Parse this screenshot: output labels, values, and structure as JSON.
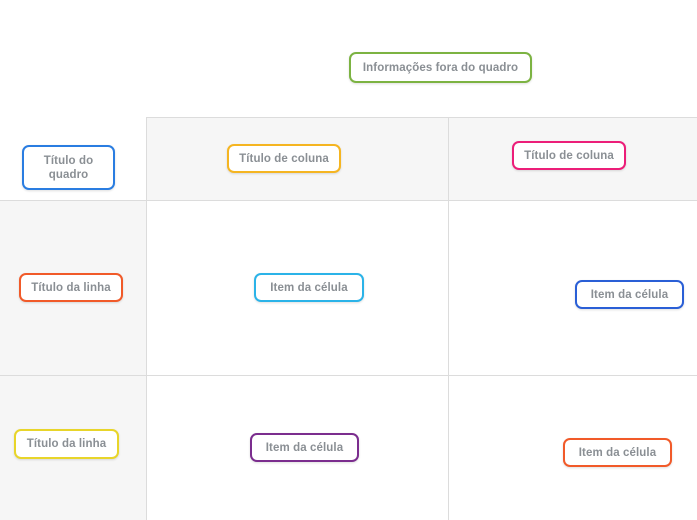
{
  "board": {
    "outside_note": {
      "label": "Informações fora do quadro",
      "color": "#7cb342"
    },
    "board_title": {
      "label": "Título do\nquadro",
      "color": "#2a7de1"
    },
    "column_headers": [
      {
        "label": "Título de coluna",
        "color": "#f5b521"
      },
      {
        "label": "Título de coluna",
        "color": "#ec1e79"
      }
    ],
    "row_headers": [
      {
        "label": "Título da linha",
        "color": "#f15a29"
      },
      {
        "label": "Título da linha",
        "color": "#e8d52a"
      }
    ],
    "cells": [
      {
        "label": "Item da célula",
        "color": "#2bb3e8",
        "row": 0,
        "col": 0
      },
      {
        "label": "Item da célula",
        "color": "#2a5fd6",
        "row": 0,
        "col": 1
      },
      {
        "label": "Item da célula",
        "color": "#7b2d8e",
        "row": 1,
        "col": 0
      },
      {
        "label": "Item da célula",
        "color": "#f15a29",
        "row": 1,
        "col": 1
      }
    ],
    "grid": {
      "line_color": "#dcdcdc",
      "header_fill": "#f6f6f6",
      "cell_fill": "#ffffff",
      "text_color": "#8a8f94"
    }
  }
}
